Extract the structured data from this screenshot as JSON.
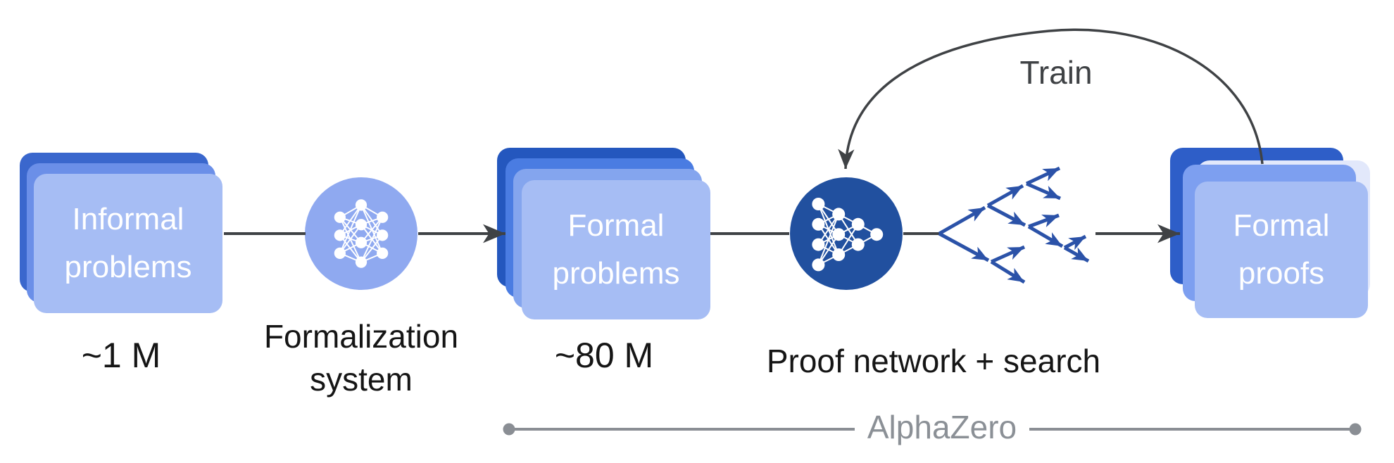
{
  "diagram": {
    "title_hint": "AlphaProof training pipeline",
    "stages": {
      "informal_problems": {
        "label": "Informal problems",
        "count": "~1 M"
      },
      "formalization_system": {
        "label": "Formalization system"
      },
      "formal_problems": {
        "label": "Formal problems",
        "count": "~80 M"
      },
      "proof_network": {
        "label": "Proof network + search"
      },
      "formal_proofs": {
        "label": "Formal proofs"
      }
    },
    "annotations": {
      "train": "Train",
      "alphazero": "AlphaZero"
    },
    "icons": {
      "neural-network-icon": "white fully-connected network in circle",
      "funnel-network-icon": "white right-pointing funnel network in circle",
      "search-tree-icon": "blue branching arrows",
      "train-arrow-icon": "curved arc arrow from proofs back to network"
    },
    "colors": {
      "card_back": "#3a67cd",
      "card_mid": "#6b8fe8",
      "card_front": "#a6bdf4",
      "card_darkest": "#2457be",
      "card_mid2": "#4a7ce2",
      "card_light3": "#84a5ee",
      "proofs_back": "#2e5ec8",
      "proofs_ghost": "#e2e8fb",
      "proofs_mid": "#7d9ff0",
      "circle_light": "#8fa9f0",
      "circle_dark": "#21509f",
      "tree": "#2b52a8",
      "connector": "#3f4245",
      "az_line": "#8a8e94",
      "text_gray": "#8b9096"
    }
  }
}
